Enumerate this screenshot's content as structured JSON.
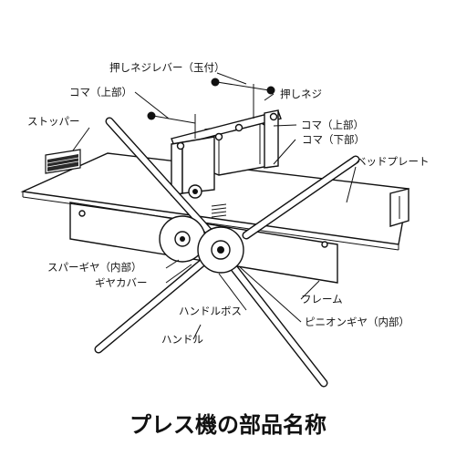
{
  "title": "プレス機の部品名称",
  "labels": {
    "push_screw_lever": "押しネジレバー（玉付）",
    "push_screw": "押しネジ",
    "top_piece_left": "コマ（上部）",
    "top_piece_right": "コマ（上部）",
    "bottom_piece": "コマ（下部）",
    "stopper": "ストッパー",
    "bed_plate": "ベッドプレート",
    "spur_gear": "スパーギヤ（内部）",
    "gear_cover": "ギヤカバー",
    "frame": "フレーム",
    "handle_boss": "ハンドルボス",
    "pinion_gear": "ピニオンギヤ（内部）",
    "handle": "ハンドル"
  },
  "colors": {
    "line": "#111111",
    "background": "#ffffff"
  }
}
